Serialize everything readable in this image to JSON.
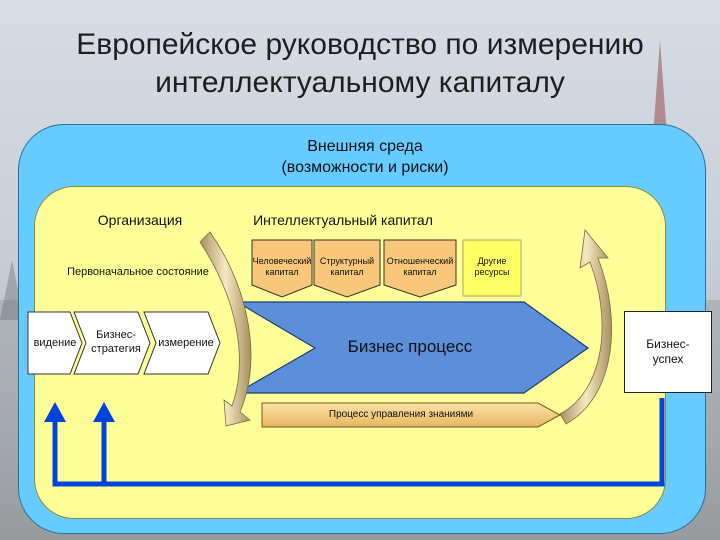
{
  "title": "Европейское руководство по измерению интеллектуальному капиталу",
  "external": {
    "line1": "Внешняя среда",
    "line2": "(возможности и риски)"
  },
  "organization": {
    "label": "Организация",
    "initial_state": "Первоначальное состояние"
  },
  "intellectual_capital": {
    "label": "Интеллектуальный капитал",
    "items": [
      {
        "line1": "Человеческий",
        "line2": "капитал"
      },
      {
        "line1": "Структурный",
        "line2": "капитал"
      },
      {
        "line1": "Отношенческий",
        "line2": "капитал"
      },
      {
        "line1": "Другие",
        "line2": "ресурсы"
      }
    ]
  },
  "steps": {
    "vision": "видение",
    "strategy_line1": "Бизнес-",
    "strategy_line2": "стратегия",
    "measurement": "измерение"
  },
  "business_process": "Бизнес процесс",
  "knowledge_process": "Процесс управления знаниями",
  "business_success": {
    "line1": "Бизнес-",
    "line2": "успех"
  },
  "colors": {
    "outer": "#66ccff",
    "inner": "#ffff99",
    "process": "#5b8fd9",
    "capital": "#f8c77a",
    "arrow_blue": "#0044dd"
  }
}
